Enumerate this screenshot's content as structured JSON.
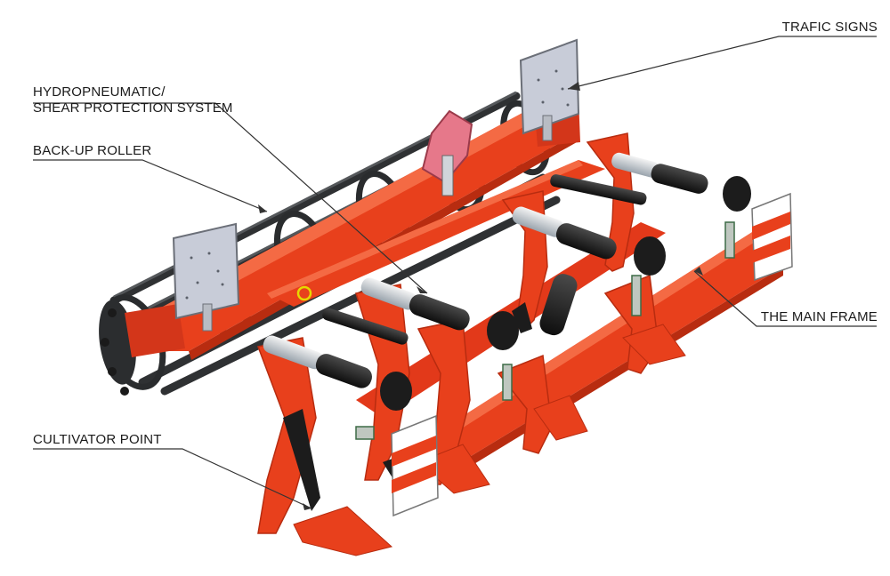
{
  "labels": {
    "trafic_signs": "TRAFIC SIGNS",
    "hydro_line1": "HYDROPNEUMATIC/",
    "hydro_line2": "SHEAR PROTECTION SYSTEM",
    "back_up_roller": "BACK-UP ROLLER",
    "main_frame": "THE MAIN FRAME",
    "cultivator_point": "CULTIVATOR POINT"
  },
  "colors": {
    "frame_red": "#e8401c",
    "frame_dark_red": "#b82c10",
    "roller_dark": "#3a3c3e",
    "cylinder_black": "#1c1c1c",
    "sign_plate": "#c8ccd8",
    "pink_plate": "#e6788a",
    "leader_line": "#333333"
  }
}
